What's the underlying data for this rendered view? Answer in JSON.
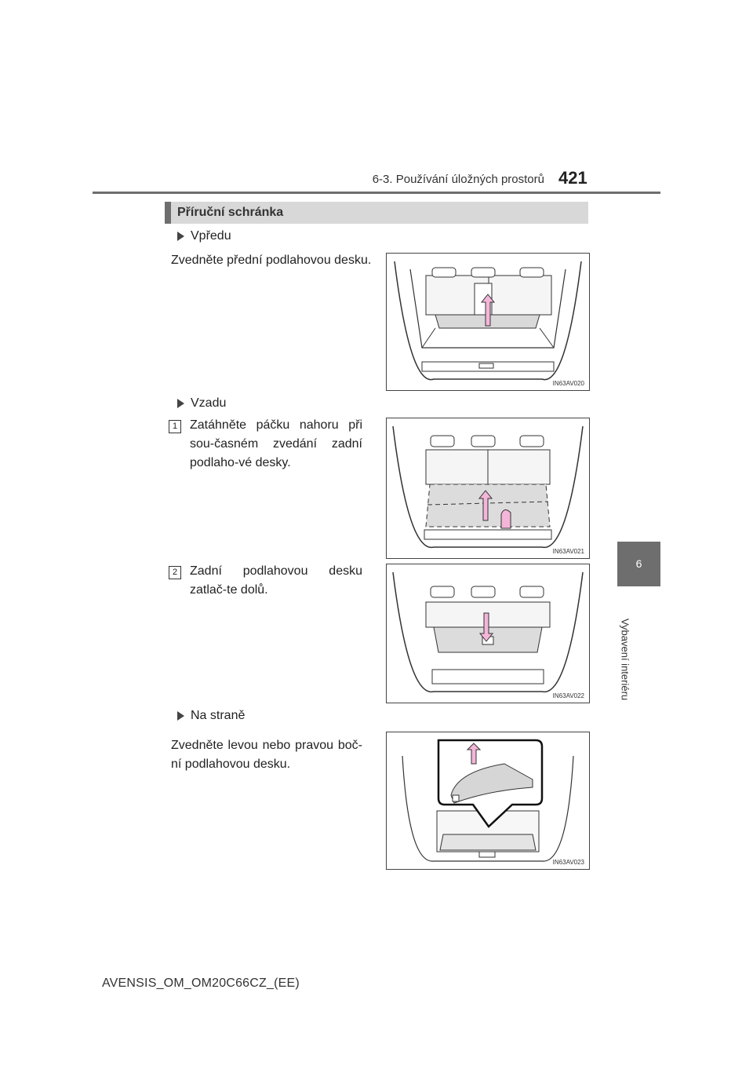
{
  "header": {
    "section": "6-3. Používání úložných prostorů",
    "page_number": "421"
  },
  "side_tab": {
    "chapter_number": "6",
    "chapter_title": "Vybavení interiéru"
  },
  "section": {
    "title": "Příruční schránka"
  },
  "items": [
    {
      "subheading": "Vpředu",
      "text": "Zvedněte přední podlahovou desku.",
      "figure_code": "IN63AV020"
    },
    {
      "subheading": "Vzadu",
      "step_number": "1",
      "text": "Zatáhněte páčku nahoru při sou-časném zvedání zadní podlaho-vé desky.",
      "figure_code": "IN63AV021"
    },
    {
      "step_number": "2",
      "text": "Zadní podlahovou desku zatlač-te dolů.",
      "figure_code": "IN63AV022"
    },
    {
      "subheading": "Na straně",
      "text": "Zvedněte levou nebo pravou boč-ní podlahovou desku.",
      "figure_code": "IN63AV023"
    }
  ],
  "footer": {
    "doc_code": "AVENSIS_OM_OM20C66CZ_(EE)"
  },
  "colors": {
    "accent_gray": "#6e6e6e",
    "section_bg": "#d8d8d8",
    "arrow_pink": "#f4b6d8"
  }
}
